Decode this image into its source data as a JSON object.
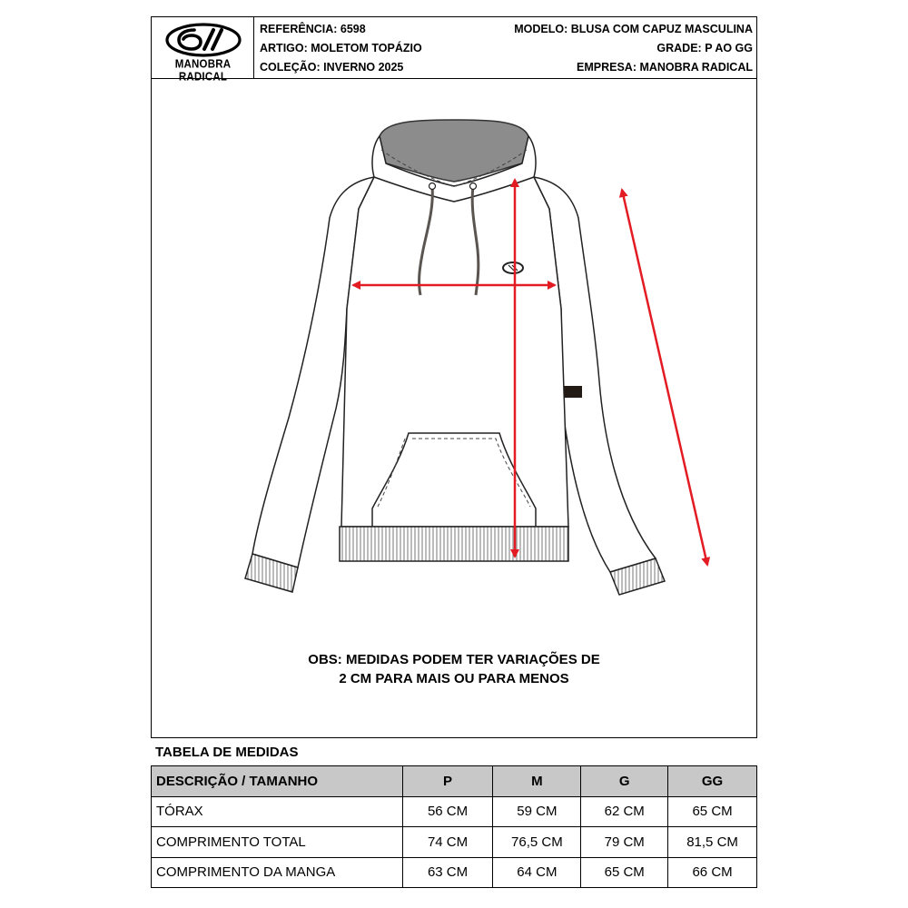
{
  "header": {
    "logo_text": "MANOBRA RADICAL",
    "left": [
      {
        "label": "REFERÊNCIA:",
        "value": "6598"
      },
      {
        "label": "ARTIGO:",
        "value": "MOLETOM TOPÁZIO"
      },
      {
        "label": "COLEÇÃO:",
        "value": "INVERNO 2025"
      }
    ],
    "right": [
      {
        "label": "MODELO:",
        "value": "BLUSA COM CAPUZ MASCULINA"
      },
      {
        "label": "GRADE:",
        "value": "P AO GG"
      },
      {
        "label": "EMPRESA:",
        "value": "MANOBRA RADICAL"
      }
    ]
  },
  "obs": {
    "line1": "OBS: MEDIDAS PODEM TER VARIAÇÕES DE",
    "line2": "2 CM PARA MAIS OU PARA MENOS"
  },
  "table": {
    "title": "TABELA DE MEDIDAS",
    "header": [
      "DESCRIÇÃO / TAMANHO",
      "P",
      "M",
      "G",
      "GG"
    ],
    "rows": [
      [
        "TÓRAX",
        "56 CM",
        "59 CM",
        "62 CM",
        "65 CM"
      ],
      [
        "COMPRIMENTO TOTAL",
        "74 CM",
        "76,5 CM",
        "79 CM",
        "81,5 CM"
      ],
      [
        "COMPRIMENTO DA MANGA",
        "63 CM",
        "64 CM",
        "65 CM",
        "66 CM"
      ]
    ]
  },
  "colors": {
    "measure_arrow": "#e31b23",
    "hood_lining": "#8c8c8c",
    "drawstring": "#5a5550",
    "table_header_bg": "#c8c8c8"
  }
}
